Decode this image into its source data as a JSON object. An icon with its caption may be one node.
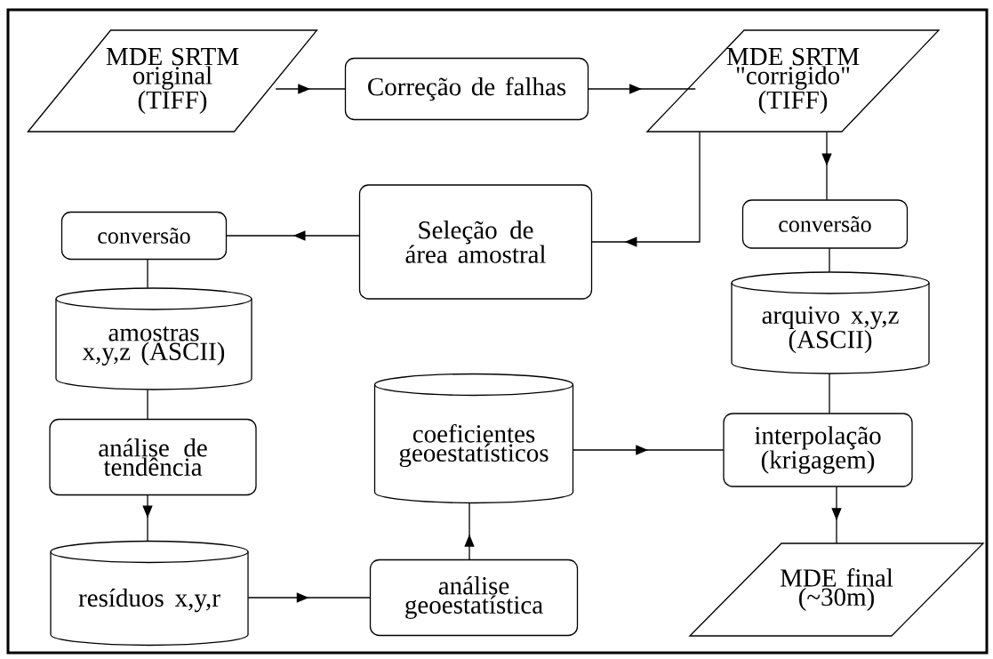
{
  "diagram": {
    "nodes": [
      {
        "text": [
          "MDE SRTM original (TIFF)"
        ]
      },
      {
        "text": [
          "Correção de falhas"
        ]
      },
      {
        "text": [
          "MDE SRTM \"corrigido\" (TIFF)"
        ]
      },
      {
        "text": [
          "Seleção de área amostral"
        ]
      },
      {
        "text": [
          "conversão"
        ]
      },
      {
        "text": [
          "conversão"
        ]
      },
      {
        "text": [
          "amostras x,y,z (ASCII)"
        ]
      },
      {
        "text": [
          "arquivo x,y,z (ASCII)"
        ]
      },
      {
        "text": [
          "análise de tendência"
        ]
      },
      {
        "text": [
          "coeficientes geoestatísticos"
        ]
      },
      {
        "text": [
          "interpolação (krigagem)"
        ]
      },
      {
        "text": [
          "resíduos x,y,r"
        ]
      },
      {
        "text": [
          "análise geoestatística"
        ]
      },
      {
        "text": [
          "MDE final (~30m)"
        ]
      }
    ],
    "edges": [
      {
        "from": 0,
        "to": 1,
        "arrow": "to"
      },
      {
        "from": 1,
        "to": 2,
        "arrow": "to"
      },
      {
        "from": 2,
        "to": 3,
        "arrow": "to"
      },
      {
        "from": 2,
        "to": 5,
        "arrow": "to"
      },
      {
        "from": 3,
        "to": 4,
        "arrow": "to"
      },
      {
        "from": 4,
        "to": 6,
        "arrow": "none"
      },
      {
        "from": 6,
        "to": 8,
        "arrow": "none"
      },
      {
        "from": 8,
        "to": 11,
        "arrow": "to"
      },
      {
        "from": 11,
        "to": 12,
        "arrow": "to"
      },
      {
        "from": 12,
        "to": 9,
        "arrow": "to"
      },
      {
        "from": 9,
        "to": 10,
        "arrow": "to"
      },
      {
        "from": 5,
        "to": 7,
        "arrow": "none"
      },
      {
        "from": 7,
        "to": 10,
        "arrow": "none"
      },
      {
        "from": 10,
        "to": 13,
        "arrow": "to"
      }
    ]
  }
}
